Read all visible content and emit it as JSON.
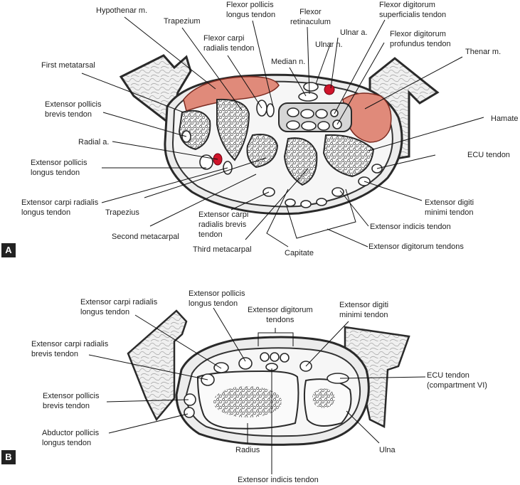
{
  "figure": {
    "panels": [
      {
        "badge": "A",
        "labels": {
          "hypothenar": "Hypothenar m.",
          "trapezium": "Trapezium",
          "fpl": "Flexor pollicis\nlongus tendon",
          "fcr": "Flexor carpi\nradialis tendon",
          "flexor_retinaculum": "Flexor\nretinaculum",
          "ulnar_a": "Ulnar a.",
          "ulnar_n": "Ulnar n.",
          "median_n": "Median n.",
          "fds": "Flexor digitorum\nsuperficialis tendon",
          "fdp": "Flexor digitorum\nprofundus tendon",
          "thenar": "Thenar m.",
          "first_metatarsal": "First metatarsal",
          "epb": "Extensor pollicis\nbrevis tendon",
          "hamate": "Hamate",
          "radial_a": "Radial a.",
          "ecu": "ECU tendon",
          "epl": "Extensor pollicis\nlongus tendon",
          "ecrl": "Extensor carpi radialis\nlongus tendon",
          "trapezius": "Trapezius",
          "second_metacarpal": "Second metacarpal",
          "ecrb": "Extensor carpi\nradialis brevis\ntendon",
          "third_metacarpal": "Third metacarpal",
          "capitate": "Capitate",
          "edm": "Extensor digiti\nminimi tendon",
          "eip": "Extensor indicis tendon",
          "edc": "Extensor digitorum tendons"
        }
      },
      {
        "badge": "B",
        "labels": {
          "ecrl": "Extensor carpi radialis\nlongus tendon",
          "epl": "Extensor pollicis\nlongus tendon",
          "edc": "Extensor digitorum\ntendons",
          "edm": "Extensor digiti\nminimi tendon",
          "ecrb": "Extensor carpi radialis\nbrevis tendon",
          "ecu": "ECU tendon\n(compartment VI)",
          "epb": "Extensor pollicis\nbrevis tendon",
          "apl": "Abductor pollicis\nlongus tendon",
          "radius": "Radius",
          "ulna": "Ulna",
          "eip": "Extensor indicis tendon"
        }
      }
    ],
    "colors": {
      "muscle": "#e08a7a",
      "muscle_dark": "#7a2a20",
      "artery": "#d0142a",
      "outline": "#2a2a2a",
      "tissue": "#e9e9e9",
      "bone_fill": "#f7f7f7",
      "badge": "#222222"
    }
  }
}
